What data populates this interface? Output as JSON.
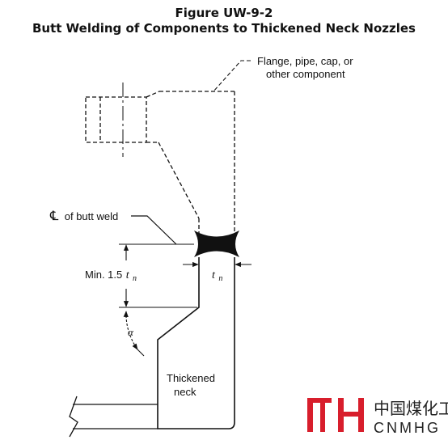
{
  "figure": {
    "title": "Figure UW-9-2",
    "subtitle": "Butt Welding of Components to Thickened Neck Nozzles"
  },
  "labels": {
    "component_line1": "Flange, pipe, cap, or",
    "component_line2": "other component",
    "centerline_symbol": "℄",
    "centerline_text": "of butt weld",
    "min_prefix": "Min. 1.5",
    "min_var": "t",
    "min_sub": "n",
    "tn_var": "t",
    "tn_sub": "n",
    "alpha": "α",
    "neck_line1": "Thickened",
    "neck_line2": "neck"
  },
  "watermark": {
    "chinese": "中国煤化工",
    "latin": "CNMHG",
    "logo_color": "#d81e2c"
  }
}
